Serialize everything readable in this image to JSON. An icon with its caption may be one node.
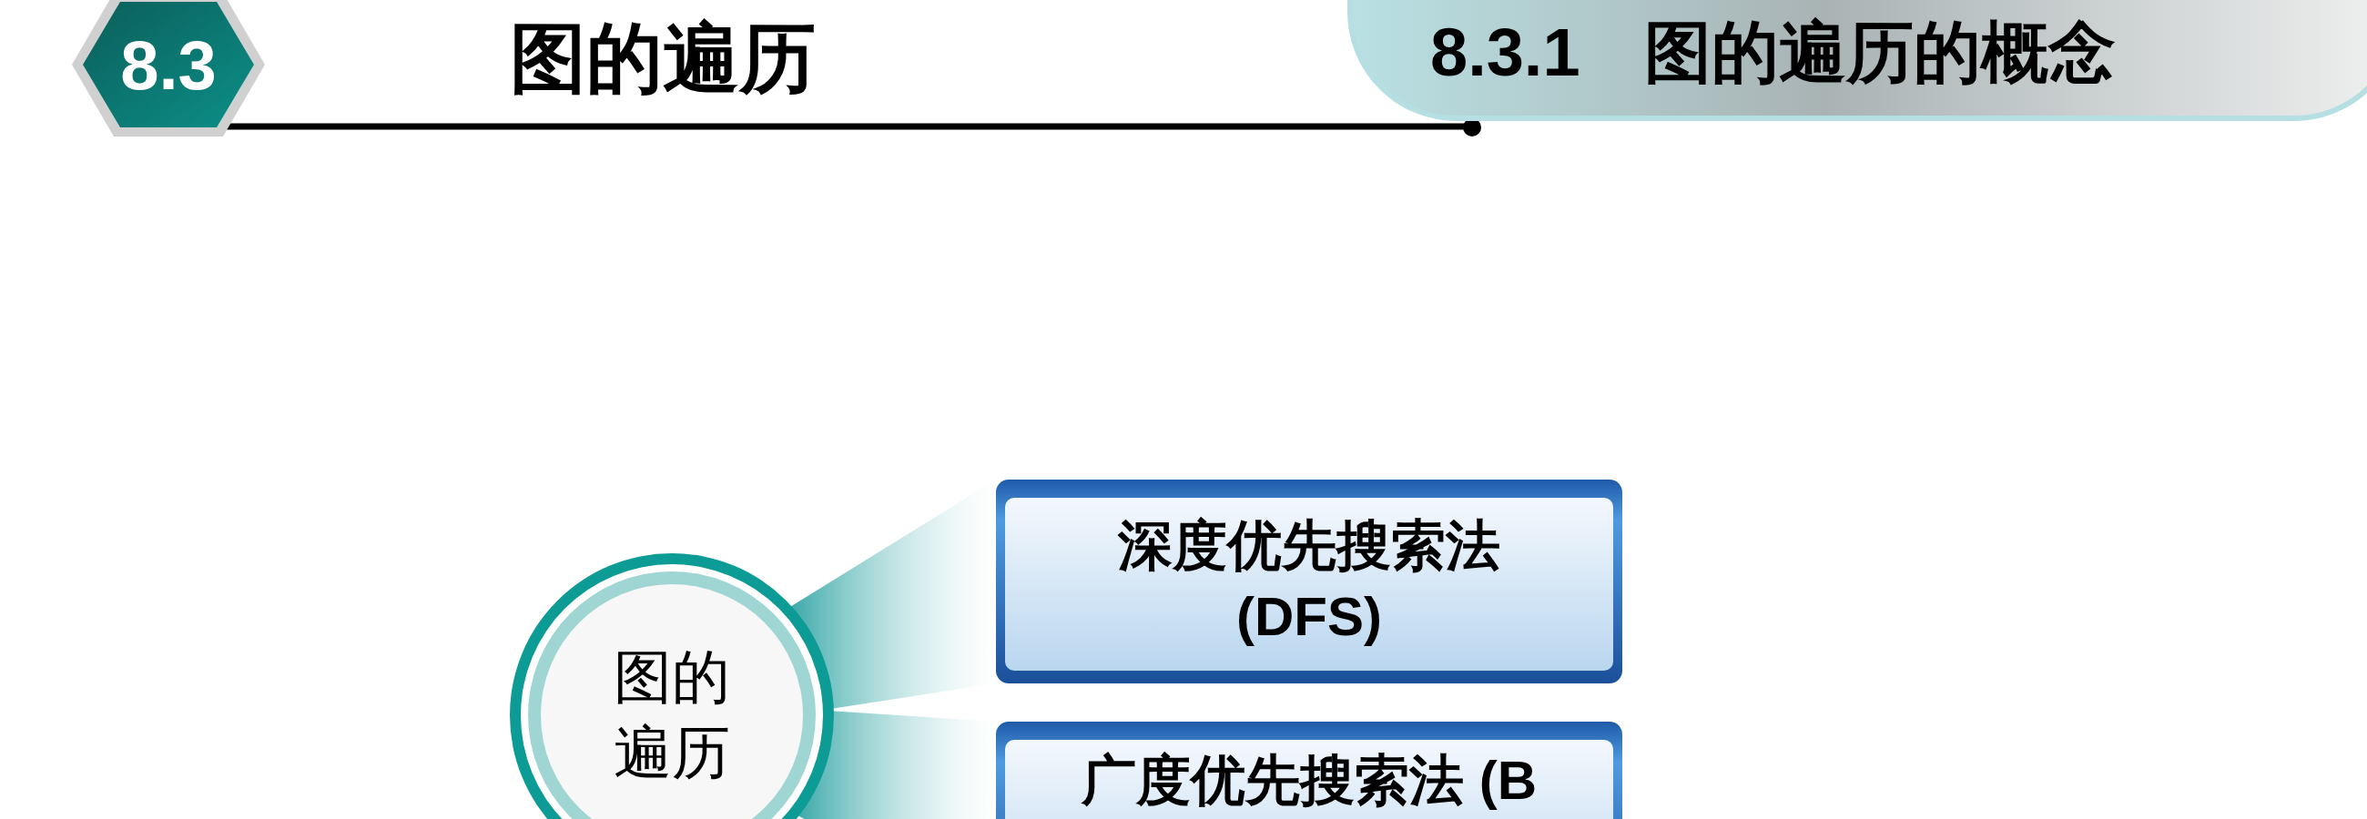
{
  "diagram": {
    "title": "图的遍历",
    "nodes": [
      {
        "text": [
          "8.3"
        ]
      },
      {
        "text": [
          "8.3.1",
          "图的遍历的概念"
        ]
      },
      {
        "text": [
          "图的遍历"
        ]
      },
      {
        "text": [
          "深度优先搜索法 (DFS)"
        ]
      },
      {
        "text": [
          "广度优先搜索法 (B"
        ]
      }
    ],
    "edges": [
      {
        "from": 2,
        "to": 3,
        "arrow": "none"
      },
      {
        "from": 2,
        "to": 4,
        "arrow": "none"
      }
    ]
  }
}
